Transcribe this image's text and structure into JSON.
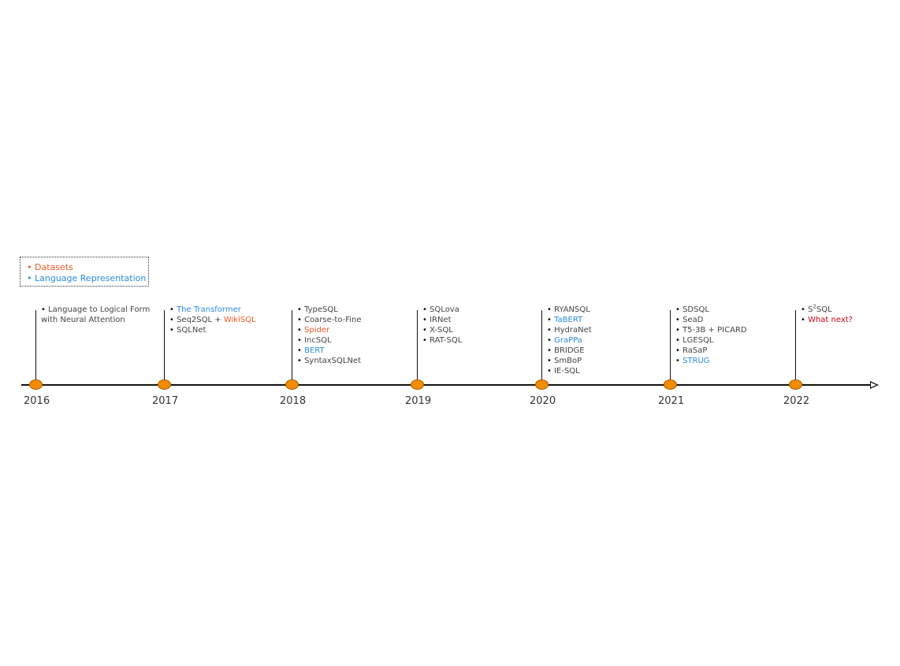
{
  "legend": [
    {
      "label": "Datasets",
      "kind": "dataset"
    },
    {
      "label": "Language Representation",
      "kind": "lang"
    }
  ],
  "colors": {
    "dataset": "#f05a28",
    "lang": "#2b8be0",
    "highlight": "#d0021b",
    "marker": "#f28c00"
  },
  "timeline": [
    {
      "year": "2016",
      "items": [
        {
          "text": "Language to Logical Form"
        },
        {
          "text": "with Neural Attention",
          "continuation": true
        }
      ]
    },
    {
      "year": "2017",
      "items": [
        {
          "text": "The Transformer",
          "kind": "lang"
        },
        {
          "text": "Seq2SQL + ",
          "extra": "WikiSQL",
          "extra_kind": "dataset"
        },
        {
          "text": "SQLNet"
        }
      ]
    },
    {
      "year": "2018",
      "items": [
        {
          "text": "TypeSQL"
        },
        {
          "text": "Coarse-to-Fine"
        },
        {
          "text": "Spider",
          "kind": "dataset"
        },
        {
          "text": "IncSQL"
        },
        {
          "text": "BERT",
          "kind": "lang"
        },
        {
          "text": "SyntaxSQLNet"
        }
      ]
    },
    {
      "year": "2019",
      "items": [
        {
          "text": "SQLova"
        },
        {
          "text": "IRNet"
        },
        {
          "text": "X-SQL"
        },
        {
          "text": "RAT-SQL"
        }
      ]
    },
    {
      "year": "2020",
      "items": [
        {
          "text": "RYANSQL"
        },
        {
          "text": "TaBERT",
          "kind": "lang"
        },
        {
          "text": "HydraNet"
        },
        {
          "text": "GraPPa",
          "kind": "lang"
        },
        {
          "text": "BRIDGE"
        },
        {
          "text": "SmBoP"
        },
        {
          "text": "IE-SQL"
        }
      ]
    },
    {
      "year": "2021",
      "items": [
        {
          "text": "SDSQL"
        },
        {
          "text": "SeaD"
        },
        {
          "text": "T5-3B + PICARD"
        },
        {
          "text": "LGESQL"
        },
        {
          "text": "RaSaP"
        },
        {
          "text": "STRUG",
          "kind": "lang"
        }
      ]
    },
    {
      "year": "2022",
      "items": [
        {
          "pre": "S",
          "sup": "2",
          "text": "SQL"
        },
        {
          "text": "What next?",
          "kind": "highlight"
        }
      ]
    }
  ]
}
